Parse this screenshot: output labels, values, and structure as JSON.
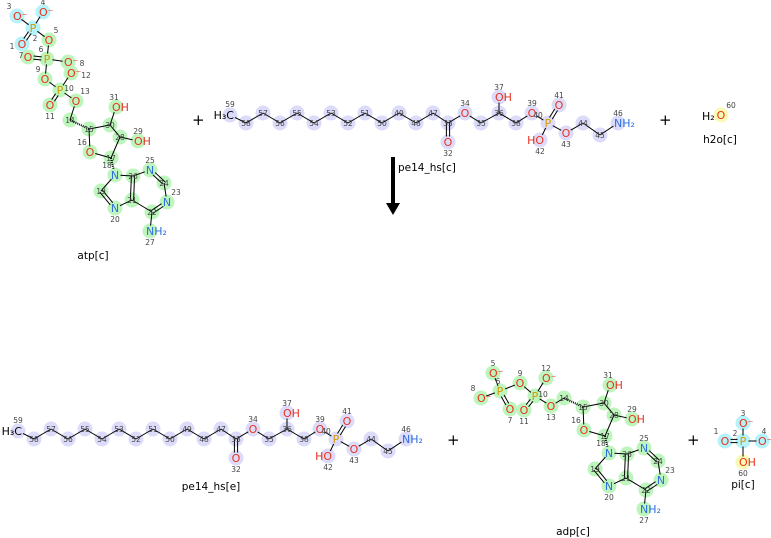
{
  "reaction": {
    "enzyme_label": "pe14_hs[c]",
    "plus": "+",
    "colors": {
      "green": "#bdf5bd",
      "cyan": "#b5f2fa",
      "lavender": "#dcdcfa",
      "yellow": "#fafab4",
      "O": "#e8321e",
      "N": "#2f6fe0",
      "P": "#d49a00",
      "C": "#000000"
    }
  },
  "molecules": {
    "atp": {
      "name": "atp[c]",
      "atoms": [
        [
          "4",
          "O⁻"
        ],
        [
          "3",
          "O⁻"
        ],
        [
          "2",
          "P"
        ],
        [
          "1",
          "O"
        ],
        [
          "5",
          "O"
        ],
        [
          "6",
          "P"
        ],
        [
          "7",
          "O"
        ],
        [
          "8",
          "O⁻"
        ],
        [
          "12",
          "O⁻"
        ],
        [
          "9",
          "O"
        ],
        [
          "10",
          "P"
        ],
        [
          "11",
          "O"
        ],
        [
          "13",
          "O"
        ],
        [
          "14",
          ""
        ],
        [
          "15",
          ""
        ],
        [
          "30",
          ""
        ],
        [
          "31",
          "OH"
        ],
        [
          "28",
          ""
        ],
        [
          "29",
          "OH"
        ],
        [
          "17",
          ""
        ],
        [
          "16",
          "O"
        ],
        [
          "18",
          "N"
        ],
        [
          "19",
          ""
        ],
        [
          "20",
          "N"
        ],
        [
          "21",
          ""
        ],
        [
          "26",
          ""
        ],
        [
          "25",
          "N"
        ],
        [
          "24",
          ""
        ],
        [
          "23",
          "N"
        ],
        [
          "22",
          ""
        ],
        [
          "27",
          "NH₂"
        ]
      ]
    },
    "pe14_hs_c": {
      "name": "pe14_hs[c]",
      "atoms": [
        [
          "59",
          "H₃C"
        ],
        [
          "58",
          ""
        ],
        [
          "57",
          ""
        ],
        [
          "56",
          ""
        ],
        [
          "55",
          ""
        ],
        [
          "54",
          ""
        ],
        [
          "53",
          ""
        ],
        [
          "52",
          ""
        ],
        [
          "51",
          ""
        ],
        [
          "50",
          ""
        ],
        [
          "49",
          ""
        ],
        [
          "48",
          ""
        ],
        [
          "47",
          ""
        ],
        [
          "33",
          ""
        ],
        [
          "32",
          "O"
        ],
        [
          "34",
          "O"
        ],
        [
          "35",
          ""
        ],
        [
          "36",
          ""
        ],
        [
          "37",
          "OH"
        ],
        [
          "38",
          ""
        ],
        [
          "39",
          "O"
        ],
        [
          "40",
          "P"
        ],
        [
          "41",
          "O"
        ],
        [
          "42",
          "HO"
        ],
        [
          "43",
          "O"
        ],
        [
          "44",
          ""
        ],
        [
          "45",
          ""
        ],
        [
          "46",
          "NH₂"
        ]
      ]
    },
    "h2o": {
      "name": "h2o[c]",
      "prefix": "H₂",
      "atoms": [
        [
          "60",
          "O"
        ]
      ]
    },
    "pe14_hs_e": {
      "name": "pe14_hs[e]",
      "atoms": [
        [
          "59",
          "H₃C"
        ],
        [
          "58",
          ""
        ],
        [
          "57",
          ""
        ],
        [
          "56",
          ""
        ],
        [
          "55",
          ""
        ],
        [
          "54",
          ""
        ],
        [
          "53",
          ""
        ],
        [
          "52",
          ""
        ],
        [
          "51",
          ""
        ],
        [
          "50",
          ""
        ],
        [
          "49",
          ""
        ],
        [
          "48",
          ""
        ],
        [
          "47",
          ""
        ],
        [
          "33",
          ""
        ],
        [
          "32",
          "O"
        ],
        [
          "34",
          "O"
        ],
        [
          "35",
          ""
        ],
        [
          "36",
          ""
        ],
        [
          "37",
          "OH"
        ],
        [
          "38",
          ""
        ],
        [
          "39",
          "O"
        ],
        [
          "40",
          "P"
        ],
        [
          "41",
          "O"
        ],
        [
          "42",
          "HO"
        ],
        [
          "43",
          "O"
        ],
        [
          "44",
          ""
        ],
        [
          "45",
          ""
        ],
        [
          "46",
          "NH₂"
        ]
      ]
    },
    "adp": {
      "name": "adp[c]",
      "atoms": [
        [
          "5",
          "O⁻"
        ],
        [
          "6",
          "P"
        ],
        [
          "8",
          "O⁻"
        ],
        [
          "7",
          "O"
        ],
        [
          "9",
          "O"
        ],
        [
          "10",
          "P"
        ],
        [
          "12",
          "O⁻"
        ],
        [
          "11",
          "O"
        ],
        [
          "13",
          "O"
        ],
        [
          "14",
          ""
        ],
        [
          "15",
          ""
        ],
        [
          "30",
          ""
        ],
        [
          "31",
          "OH"
        ],
        [
          "28",
          ""
        ],
        [
          "29",
          "OH"
        ],
        [
          "17",
          ""
        ],
        [
          "16",
          "O"
        ],
        [
          "18",
          "N"
        ],
        [
          "19",
          ""
        ],
        [
          "20",
          "N"
        ],
        [
          "21",
          ""
        ],
        [
          "26",
          ""
        ],
        [
          "25",
          "N"
        ],
        [
          "24",
          ""
        ],
        [
          "23",
          "N"
        ],
        [
          "22",
          ""
        ],
        [
          "27",
          "NH₂"
        ]
      ]
    },
    "pi": {
      "name": "pi[c]",
      "atoms": [
        [
          "3",
          "O⁻"
        ],
        [
          "2",
          "P"
        ],
        [
          "1",
          "O"
        ],
        [
          "4",
          "O⁻"
        ],
        [
          "60",
          "OH"
        ]
      ]
    }
  }
}
